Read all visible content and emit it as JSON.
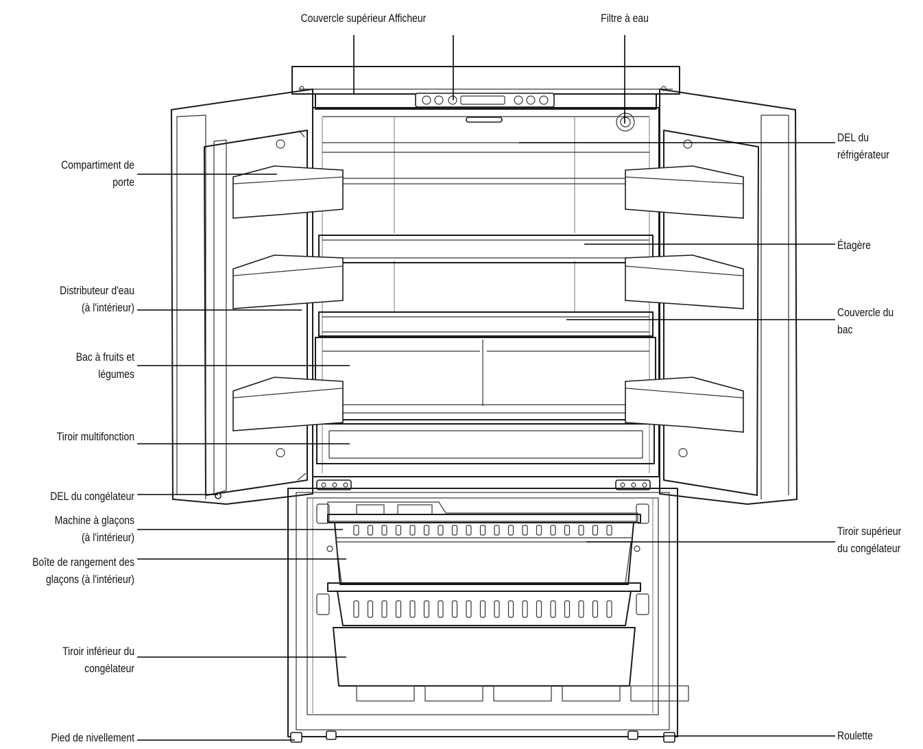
{
  "labels": {
    "couvercle_afficheur": "Couvercle supérieur Afficheur",
    "filtre": "Filtre à eau",
    "del_refrigerateur": "DEL du\nréfrigérateur",
    "compartiment": "Compartiment de\nporte",
    "etagere": "Étagère",
    "distributeur": "Distributeur d'eau\n(à l'intérieur)",
    "couvercle_bac": "Couvercle du\nbac",
    "bac_fruits": "Bac à fruits et\nlégumes",
    "tiroir_multi": "Tiroir multifonction",
    "del_congelateur": "DEL du congélateur",
    "machine_glacons": "Machine à glaçons\n(à l'intérieur)",
    "tiroir_sup": "Tiroir supérieur\ndu congélateur",
    "boite_glacons": "Boîte de rangement des\nglaçons (à l'intérieur)",
    "tiroir_inf": "Tiroir inférieur du\ncongélateur",
    "pied": "Pied de nivellement",
    "roulette": "Roulette"
  }
}
